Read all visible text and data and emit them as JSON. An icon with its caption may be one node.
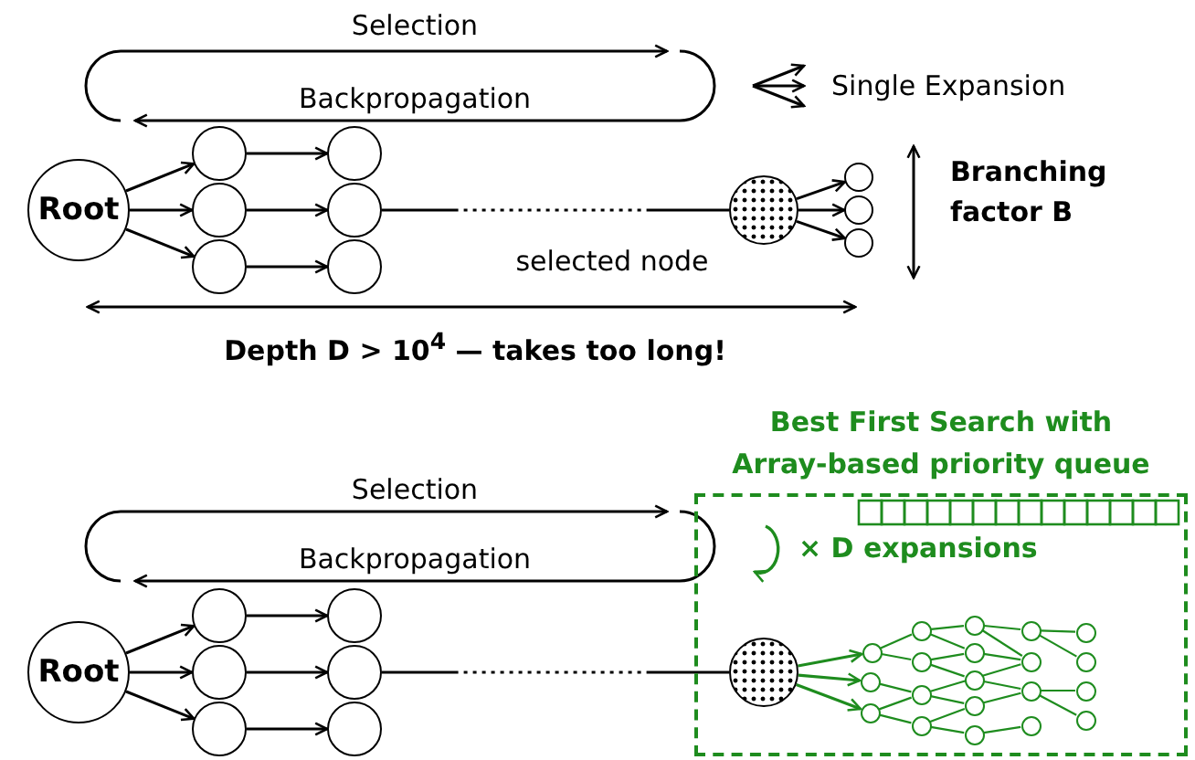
{
  "diagram": {
    "nodes": [
      {
        "text": [
          "Root"
        ]
      },
      {
        "text": [],
        "shape": "circle"
      },
      {
        "text": [],
        "shape": "circle"
      },
      {
        "text": [],
        "shape": "circle"
      },
      {
        "text": [],
        "shape": "circle"
      },
      {
        "text": [],
        "shape": "circle"
      },
      {
        "text": [],
        "shape": "circle"
      },
      {
        "text": [],
        "shape": "circle",
        "beside": [
          "selected node"
        ]
      },
      {
        "text": [],
        "shape": "circle"
      },
      {
        "text": [],
        "shape": "circle"
      },
      {
        "text": [],
        "shape": "circle"
      },
      {
        "text": [
          "Root"
        ]
      },
      {
        "text": [],
        "shape": "circle"
      },
      {
        "text": [],
        "shape": "circle"
      },
      {
        "text": [],
        "shape": "circle"
      },
      {
        "text": [],
        "shape": "circle"
      },
      {
        "text": [],
        "shape": "circle"
      },
      {
        "text": [],
        "shape": "circle"
      },
      {
        "text": [
          "Best First Search with Array-based priority queue"
        ]
      },
      {
        "text": [],
        "shape": "circle",
        "in": 18
      },
      {
        "text": [],
        "shape": "circle",
        "in": 18
      },
      {
        "text": [],
        "shape": "circle",
        "in": 18
      },
      {
        "text": [],
        "shape": "circle",
        "in": 18
      },
      {
        "text": [],
        "shape": "circle",
        "in": 18
      },
      {
        "text": [],
        "shape": "circle",
        "in": 18
      },
      {
        "text": [],
        "shape": "circle",
        "in": 18
      },
      {
        "text": [],
        "shape": "circle",
        "in": 18
      },
      {
        "text": [],
        "shape": "circle",
        "in": 18
      },
      {
        "text": [],
        "shape": "circle",
        "in": 18
      },
      {
        "text": [],
        "shape": "circle",
        "in": 18
      },
      {
        "text": [],
        "shape": "circle",
        "in": 18
      },
      {
        "text": [],
        "shape": "circle",
        "in": 18
      },
      {
        "text": [],
        "shape": "circle",
        "in": 18
      },
      {
        "text": [],
        "shape": "circle",
        "in": 18
      },
      {
        "text": [],
        "shape": "circle",
        "in": 18
      },
      {
        "text": [],
        "shape": "circle",
        "in": 18
      },
      {
        "text": [],
        "shape": "circle",
        "in": 18
      },
      {
        "text": [],
        "shape": "circle",
        "in": 18
      },
      {
        "text": [],
        "shape": "circle",
        "in": 18
      },
      {
        "text": [],
        "shape": "circle",
        "in": 18
      }
    ],
    "edges": [
      {
        "from": 0,
        "to": 1,
        "arrow": "to",
        "color": "#000000"
      },
      {
        "from": 0,
        "to": 2,
        "arrow": "to",
        "color": "#000000"
      },
      {
        "from": 0,
        "to": 3,
        "arrow": "to",
        "color": "#000000"
      },
      {
        "from": 1,
        "to": 4,
        "arrow": "to",
        "color": "#000000"
      },
      {
        "from": 2,
        "to": 5,
        "arrow": "to",
        "color": "#000000"
      },
      {
        "from": 3,
        "to": 6,
        "arrow": "to",
        "color": "#000000"
      },
      {
        "from": 5,
        "to": 7,
        "arrow": "none",
        "style": "dashed",
        "color": "#000000"
      },
      {
        "from": 7,
        "to": 8,
        "arrow": "to",
        "color": "#000000"
      },
      {
        "from": 7,
        "to": 9,
        "arrow": "to",
        "color": "#000000"
      },
      {
        "from": 7,
        "to": 10,
        "arrow": "to",
        "color": "#000000"
      },
      {
        "from": 11,
        "to": 12,
        "arrow": "to",
        "color": "#000000"
      },
      {
        "from": 11,
        "to": 13,
        "arrow": "to",
        "color": "#000000"
      },
      {
        "from": 11,
        "to": 14,
        "arrow": "to",
        "color": "#000000"
      },
      {
        "from": 12,
        "to": 15,
        "arrow": "to",
        "color": "#000000"
      },
      {
        "from": 13,
        "to": 16,
        "arrow": "to",
        "color": "#000000"
      },
      {
        "from": 14,
        "to": 17,
        "arrow": "to",
        "color": "#000000"
      },
      {
        "from": 16,
        "to": 19,
        "arrow": "none",
        "style": "dashed",
        "color": "#000000"
      },
      {
        "from": 19,
        "to": 20,
        "arrow": "to"
      },
      {
        "from": 19,
        "to": 21,
        "arrow": "to"
      },
      {
        "from": 19,
        "to": 22,
        "arrow": "to"
      },
      {
        "from": 20,
        "to": 23,
        "arrow": "none"
      },
      {
        "from": 20,
        "to": 24,
        "arrow": "none"
      },
      {
        "from": 21,
        "to": 25,
        "arrow": "none"
      },
      {
        "from": 22,
        "to": 25,
        "arrow": "none"
      },
      {
        "from": 22,
        "to": 26,
        "arrow": "none"
      },
      {
        "from": 23,
        "to": 27,
        "arrow": "none"
      },
      {
        "from": 23,
        "to": 28,
        "arrow": "none"
      },
      {
        "from": 24,
        "to": 28,
        "arrow": "none"
      },
      {
        "from": 24,
        "to": 29,
        "arrow": "none"
      },
      {
        "from": 25,
        "to": 33,
        "arrow": "none"
      },
      {
        "from": 25,
        "to": 30,
        "arrow": "none"
      },
      {
        "from": 26,
        "to": 30,
        "arrow": "none"
      },
      {
        "from": 26,
        "to": 31,
        "arrow": "none"
      },
      {
        "from": 27,
        "to": 32,
        "arrow": "none"
      },
      {
        "from": 27,
        "to": 33,
        "arrow": "none"
      },
      {
        "from": 28,
        "to": 33,
        "arrow": "none"
      },
      {
        "from": 29,
        "to": 34,
        "arrow": "none"
      },
      {
        "from": 30,
        "to": 34,
        "arrow": "none"
      },
      {
        "from": 31,
        "to": 35,
        "arrow": "none"
      },
      {
        "from": 32,
        "to": 36,
        "arrow": "none"
      },
      {
        "from": 32,
        "to": 37,
        "arrow": "none"
      },
      {
        "from": 34,
        "to": 38,
        "arrow": "none"
      },
      {
        "from": 34,
        "to": 39,
        "arrow": "none"
      }
    ],
    "labels": [
      "Selection",
      "Single Expansion",
      "Backpropagation",
      "Branching factor B",
      "Depth D > 10$^{4}$ — takes too long!",
      "Selection",
      "× D expansions",
      "Backpropagation"
    ]
  }
}
